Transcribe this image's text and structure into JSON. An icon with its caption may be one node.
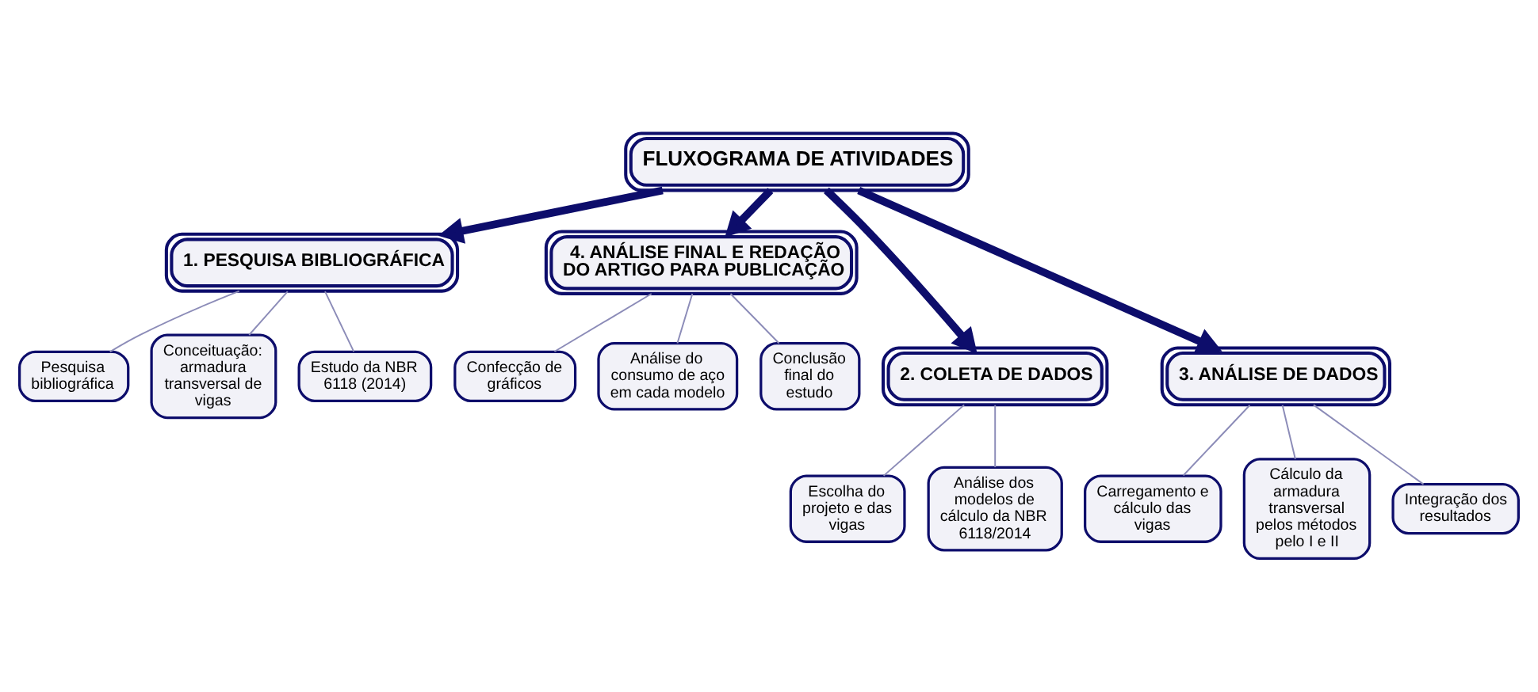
{
  "diagram": {
    "nodes": [
      {
        "text": [
          "FLUXOGRAMA DE ATIVIDADES"
        ]
      },
      {
        "text": [
          "1. PESQUISA BIBLIOGRÁFICA"
        ]
      },
      {
        "text": [
          "Pesquisa bibliográfica"
        ]
      },
      {
        "text": [
          "Conceituação: armadura transversal de vigas"
        ]
      },
      {
        "text": [
          "Estudo da NBR 6118 (2014)"
        ]
      },
      {
        "text": [
          "4. ANÁLISE FINAL E REDAÇÃO DO ARTIGO PARA PUBLICAÇÃO"
        ]
      },
      {
        "text": [
          "Confecção de gráficos"
        ]
      },
      {
        "text": [
          "Análise do consumo de aço em cada modelo"
        ]
      },
      {
        "text": [
          "Conclusão final do estudo"
        ]
      },
      {
        "text": [
          "2. COLETA DE DADOS"
        ]
      },
      {
        "text": [
          "Escolha do projeto e das vigas"
        ]
      },
      {
        "text": [
          "Análise dos modelos de cálculo da NBR 6118/2014"
        ]
      },
      {
        "text": [
          "3. ANÁLISE DE DADOS"
        ]
      },
      {
        "text": [
          "Carregamento e cálculo das vigas"
        ]
      },
      {
        "text": [
          "Cálculo da armadura transversal pelos métodos pelo I e II"
        ]
      },
      {
        "text": [
          "Integração dos resultados"
        ]
      }
    ],
    "edges": [
      {
        "from": 0,
        "to": 1,
        "arrow": "to",
        "style": "thick",
        "color": "#0d0d6b"
      },
      {
        "from": 0,
        "to": 5,
        "arrow": "to",
        "style": "thick",
        "color": "#0d0d6b"
      },
      {
        "from": 0,
        "to": 9,
        "arrow": "to",
        "style": "thick",
        "color": "#0d0d6b"
      },
      {
        "from": 0,
        "to": 12,
        "arrow": "to",
        "style": "thick",
        "color": "#0d0d6b"
      },
      {
        "from": 1,
        "to": 2,
        "arrow": "none"
      },
      {
        "from": 1,
        "to": 3,
        "arrow": "none"
      },
      {
        "from": 1,
        "to": 4,
        "arrow": "none"
      },
      {
        "from": 5,
        "to": 6,
        "arrow": "none"
      },
      {
        "from": 5,
        "to": 7,
        "arrow": "none"
      },
      {
        "from": 5,
        "to": 8,
        "arrow": "none"
      },
      {
        "from": 9,
        "to": 10,
        "arrow": "none"
      },
      {
        "from": 9,
        "to": 11,
        "arrow": "none"
      },
      {
        "from": 12,
        "to": 13,
        "arrow": "none"
      },
      {
        "from": 12,
        "to": 14,
        "arrow": "none"
      },
      {
        "from": 12,
        "to": 15,
        "arrow": "none"
      }
    ]
  }
}
